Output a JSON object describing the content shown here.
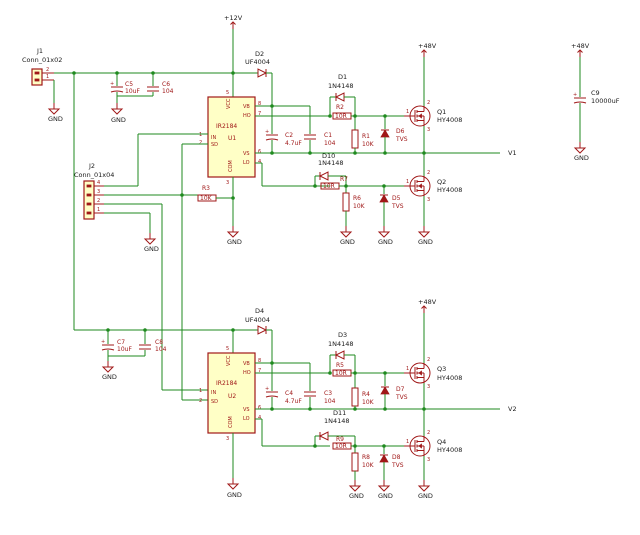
{
  "connectors": {
    "j1": {
      "ref": "J1",
      "value": "Conn_01x02",
      "pins": [
        "2",
        "1"
      ]
    },
    "j2": {
      "ref": "J2",
      "value": "Conn_01x04",
      "pins": [
        "4",
        "3",
        "2",
        "1"
      ]
    }
  },
  "drivers": [
    {
      "ref": "U1",
      "value": "IR2184",
      "pins_left": [
        "1",
        "2"
      ],
      "pin_names_left": [
        "IN",
        "SD"
      ],
      "pins_right": [
        "8",
        "7",
        "6",
        "4"
      ],
      "pin_names_right": [
        "VB",
        "HO",
        "VS",
        "LO"
      ],
      "pin_top": "5",
      "pin_top_name": "VCC",
      "pin_bottom": "3",
      "pin_bottom_name": "COM"
    },
    {
      "ref": "U2",
      "value": "IR2184",
      "pins_left": [
        "1",
        "2"
      ],
      "pin_names_left": [
        "IN",
        "SD"
      ],
      "pins_right": [
        "8",
        "7",
        "6",
        "4"
      ],
      "pin_names_right": [
        "VB",
        "HO",
        "VS",
        "LO"
      ],
      "pin_top": "5",
      "pin_top_name": "VCC",
      "pin_bottom": "3",
      "pin_bottom_name": "COM"
    }
  ],
  "capacitors": {
    "c5": {
      "ref": "C5",
      "value": "10uF"
    },
    "c6": {
      "ref": "C6",
      "value": "104"
    },
    "c2": {
      "ref": "C2",
      "value": "4.7uF"
    },
    "c1": {
      "ref": "C1",
      "value": "104"
    },
    "c7": {
      "ref": "C7",
      "value": "10uF"
    },
    "c8": {
      "ref": "C8",
      "value": "104"
    },
    "c4": {
      "ref": "C4",
      "value": "4.7uF"
    },
    "c3": {
      "ref": "C3",
      "value": "104"
    },
    "c9": {
      "ref": "C9",
      "value": "10000uF"
    }
  },
  "resistors": {
    "r1": {
      "ref": "R1",
      "value": "10K"
    },
    "r2": {
      "ref": "R2",
      "value": "10R"
    },
    "r3": {
      "ref": "R3",
      "value": "10K"
    },
    "r4": {
      "ref": "R4",
      "value": "10K"
    },
    "r5": {
      "ref": "R5",
      "value": "10R"
    },
    "r6": {
      "ref": "R6",
      "value": "10K"
    },
    "r7": {
      "ref": "R7",
      "value": "10R"
    },
    "r8": {
      "ref": "R8",
      "value": "10K"
    },
    "r9": {
      "ref": "R9",
      "value": "10R"
    }
  },
  "diodes": {
    "d1": {
      "ref": "D1",
      "value": "1N4148"
    },
    "d2": {
      "ref": "D2",
      "value": "UF4004"
    },
    "d3": {
      "ref": "D3",
      "value": "1N4148"
    },
    "d4": {
      "ref": "D4",
      "value": "UF4004"
    },
    "d5": {
      "ref": "D5",
      "value": "TVS"
    },
    "d6": {
      "ref": "D6",
      "value": "TVS"
    },
    "d7": {
      "ref": "D7",
      "value": "TVS"
    },
    "d8": {
      "ref": "D8",
      "value": "TVS"
    },
    "d10": {
      "ref": "D10",
      "value": "1N4148"
    },
    "d11": {
      "ref": "D11",
      "value": "1N4148"
    }
  },
  "mosfets": {
    "q1": {
      "ref": "Q1",
      "value": "HY4008"
    },
    "q2": {
      "ref": "Q2",
      "value": "HY4008"
    },
    "q3": {
      "ref": "Q3",
      "value": "HY4008"
    },
    "q4": {
      "ref": "Q4",
      "value": "HY4008"
    }
  },
  "power": {
    "v12": "+12V",
    "v48": "+48V",
    "gnd": "GND"
  },
  "nets": {
    "v1": "V1",
    "v2": "V2"
  },
  "pin_numbers": {
    "one": "1",
    "two": "2",
    "three": "3"
  },
  "colors": {
    "wire": "#1f8a1f",
    "part": "#a01818",
    "ic_fill": "#ffffc6",
    "background": "#ffffff"
  }
}
